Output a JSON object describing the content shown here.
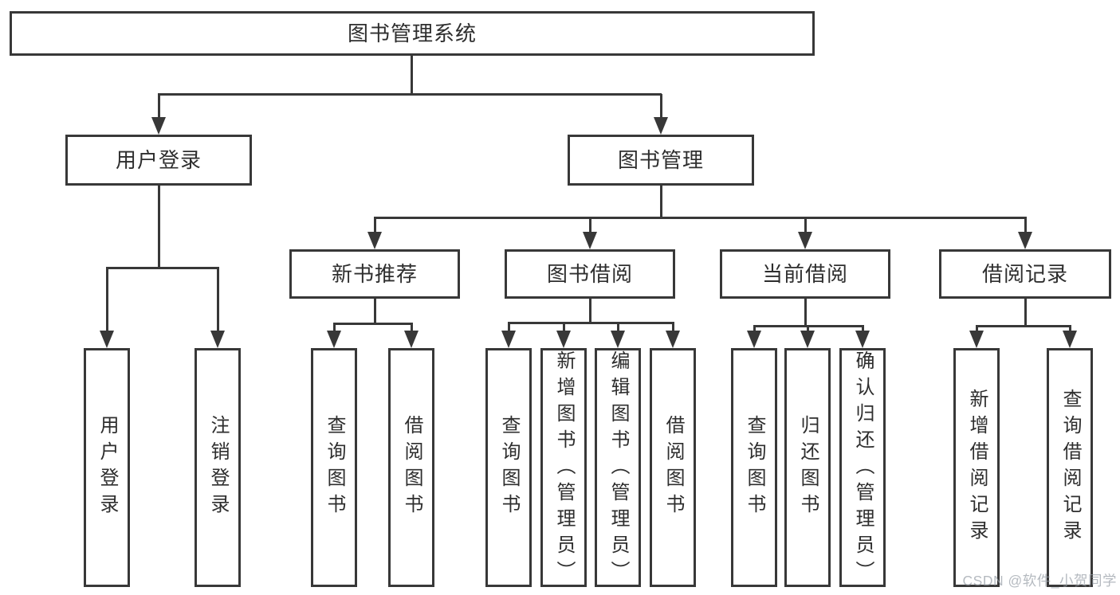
{
  "diagram": {
    "title_box": {
      "label": "图书管理系统"
    },
    "level2": [
      {
        "label": "用户登录"
      },
      {
        "label": "图书管理"
      }
    ],
    "level3": [
      {
        "label": "新书推荐"
      },
      {
        "label": "图书借阅"
      },
      {
        "label": "当前借阅"
      },
      {
        "label": "借阅记录"
      }
    ],
    "leaves": [
      {
        "label": "用户登录"
      },
      {
        "label": "注销登录"
      },
      {
        "label": "查询图书"
      },
      {
        "label": "借阅图书"
      },
      {
        "label": "查询图书"
      },
      {
        "label": "新增图书（管理员）"
      },
      {
        "label": "编辑图书（管理员）"
      },
      {
        "label": "借阅图书"
      },
      {
        "label": "查询图书"
      },
      {
        "label": "归还图书"
      },
      {
        "label": "确认归还（管理员）"
      },
      {
        "label": "新增借阅记录"
      },
      {
        "label": "查询借阅记录"
      }
    ],
    "watermark": "CSDN @软件_小贺同学",
    "colors": {
      "line": "#383838",
      "text": "#2e2e2e",
      "background": "#ffffff",
      "watermark": "rgba(150,156,165,0.7)"
    }
  }
}
